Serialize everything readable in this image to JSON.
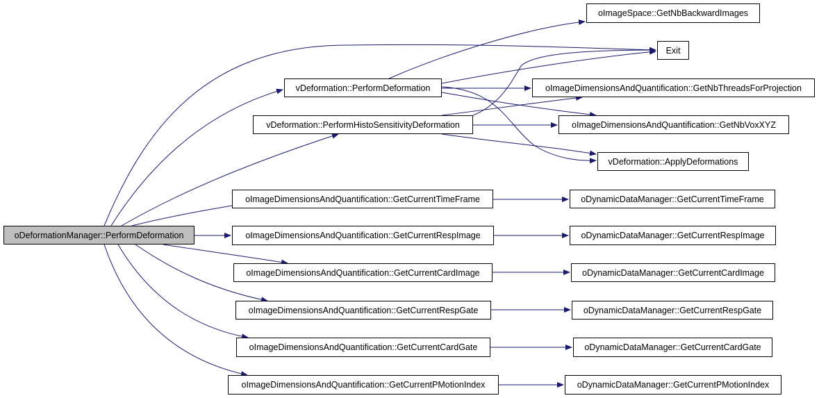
{
  "graph": {
    "nodes": {
      "root": "oDeformationManager::PerformDeformation",
      "perform_deformation": "vDeformation::PerformDeformation",
      "perform_histo": "vDeformation::PerformHistoSensitivityDeformation",
      "get_nb_backward_images": "oImageSpace::GetNbBackwardImages",
      "exit": "Exit",
      "get_nb_threads": "oImageDimensionsAndQuantification::GetNbThreadsForProjection",
      "get_nb_vox_xyz": "oImageDimensionsAndQuantification::GetNbVoxXYZ",
      "apply_deformations": "vDeformation::ApplyDeformations",
      "idq_time_frame": "oImageDimensionsAndQuantification::GetCurrentTimeFrame",
      "ddm_time_frame": "oDynamicDataManager::GetCurrentTimeFrame",
      "idq_resp_image": "oImageDimensionsAndQuantification::GetCurrentRespImage",
      "ddm_resp_image": "oDynamicDataManager::GetCurrentRespImage",
      "idq_card_image": "oImageDimensionsAndQuantification::GetCurrentCardImage",
      "ddm_card_image": "oDynamicDataManager::GetCurrentCardImage",
      "idq_resp_gate": "oImageDimensionsAndQuantification::GetCurrentRespGate",
      "ddm_resp_gate": "oDynamicDataManager::GetCurrentRespGate",
      "idq_card_gate": "oImageDimensionsAndQuantification::GetCurrentCardGate",
      "ddm_card_gate": "oDynamicDataManager::GetCurrentCardGate",
      "idq_pmotion_index": "oImageDimensionsAndQuantification::GetCurrentPMotionIndex",
      "ddm_pmotion_index": "oDynamicDataManager::GetCurrentPMotionIndex"
    },
    "edge_color": "#191970",
    "root_fill": "#bfbfbf"
  }
}
